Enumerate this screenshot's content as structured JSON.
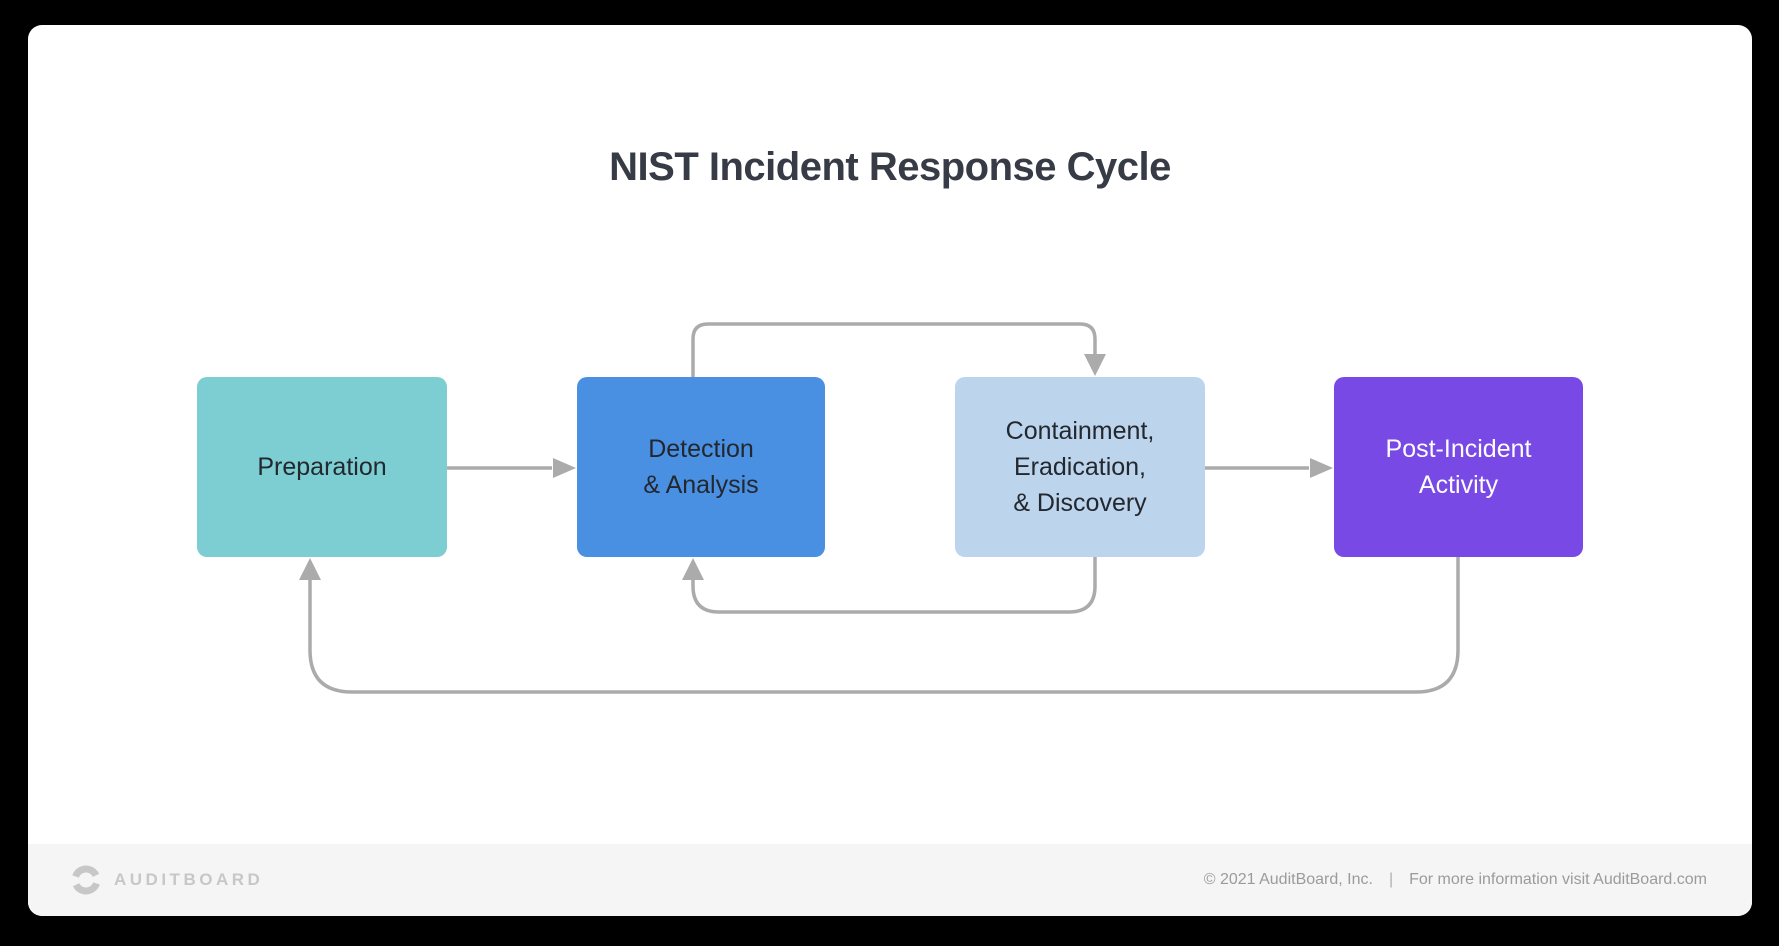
{
  "title": "NIST Incident Response Cycle",
  "diagram": {
    "nodes": [
      {
        "id": "preparation",
        "label_lines": [
          "Preparation"
        ],
        "bg": "#7dced2",
        "fg": "#23272e"
      },
      {
        "id": "detection",
        "label_lines": [
          "Detection",
          "& Analysis"
        ],
        "bg": "#4a90e2",
        "fg": "#23272e"
      },
      {
        "id": "containment",
        "label_lines": [
          "Containment,",
          "Eradication,",
          "& Discovery"
        ],
        "bg": "#bcd4ec",
        "fg": "#23272e"
      },
      {
        "id": "post-incident",
        "label_lines": [
          "Post-Incident",
          "Activity"
        ],
        "bg": "#7849e4",
        "fg": "#ffffff"
      }
    ],
    "edges": [
      {
        "from": "Preparation",
        "to": "Detection & Analysis"
      },
      {
        "from": "Detection & Analysis",
        "to": "Containment, Eradication, & Discovery"
      },
      {
        "from": "Containment, Eradication, & Discovery",
        "to": "Detection & Analysis"
      },
      {
        "from": "Containment, Eradication, & Discovery",
        "to": "Post-Incident Activity"
      },
      {
        "from": "Post-Incident Activity",
        "to": "Preparation"
      }
    ],
    "arrow_color": "#ababab"
  },
  "footer": {
    "logo_text": "AUDITBOARD",
    "logo_icon": "auditboard-mark",
    "copyright": "© 2021 AuditBoard, Inc.",
    "separator": "|",
    "info": "For more information visit AuditBoard.com",
    "brand_gray": "#c7c7c7"
  }
}
